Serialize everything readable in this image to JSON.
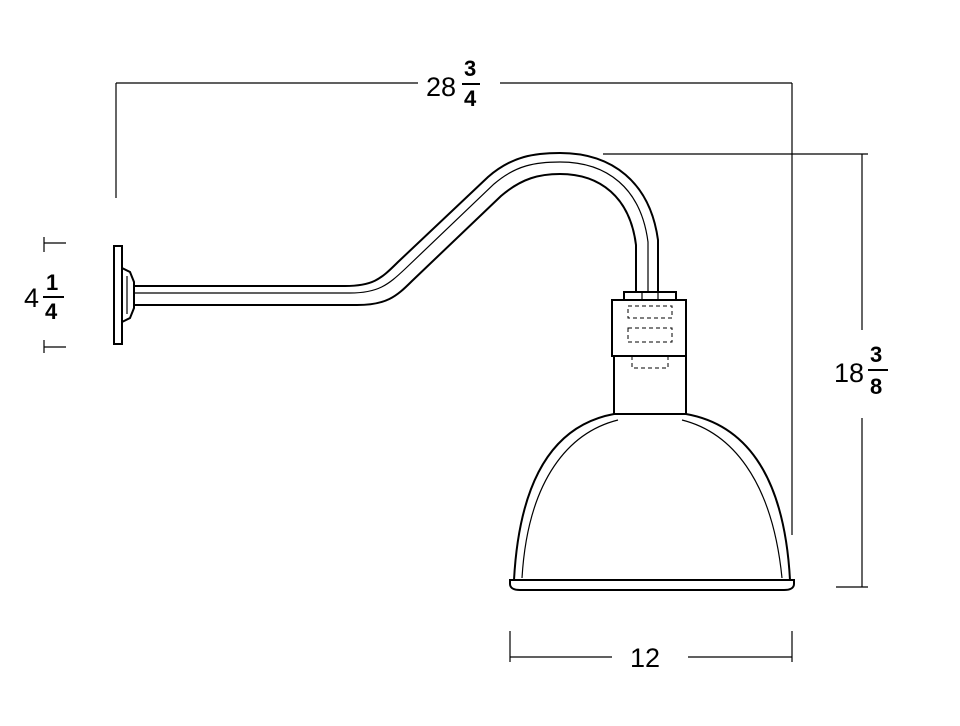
{
  "dimensions": {
    "overall_width": {
      "whole": "28",
      "num": "3",
      "den": "4"
    },
    "backplate_height": {
      "whole": "4",
      "num": "1",
      "den": "4"
    },
    "overall_height": {
      "whole": "18",
      "num": "3",
      "den": "8"
    },
    "shade_diameter": {
      "whole": "12"
    }
  },
  "colors": {
    "line": "#000000",
    "background": "#ffffff"
  }
}
